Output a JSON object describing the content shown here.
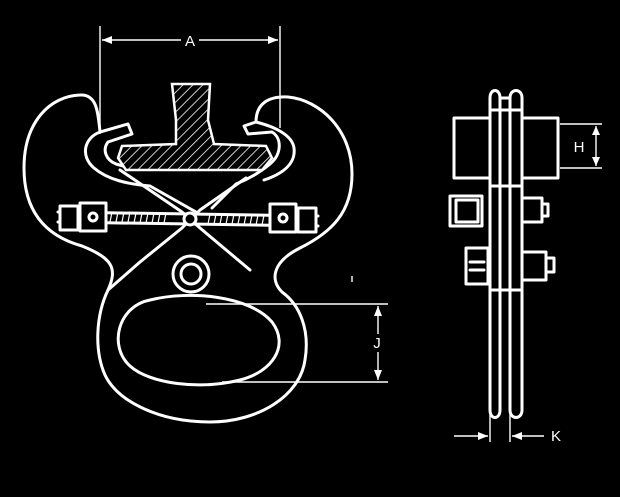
{
  "dimensions": {
    "A": "A",
    "H": "H",
    "J": "J",
    "K": "K"
  },
  "colors": {
    "background": "#000000",
    "line": "#ffffff"
  }
}
